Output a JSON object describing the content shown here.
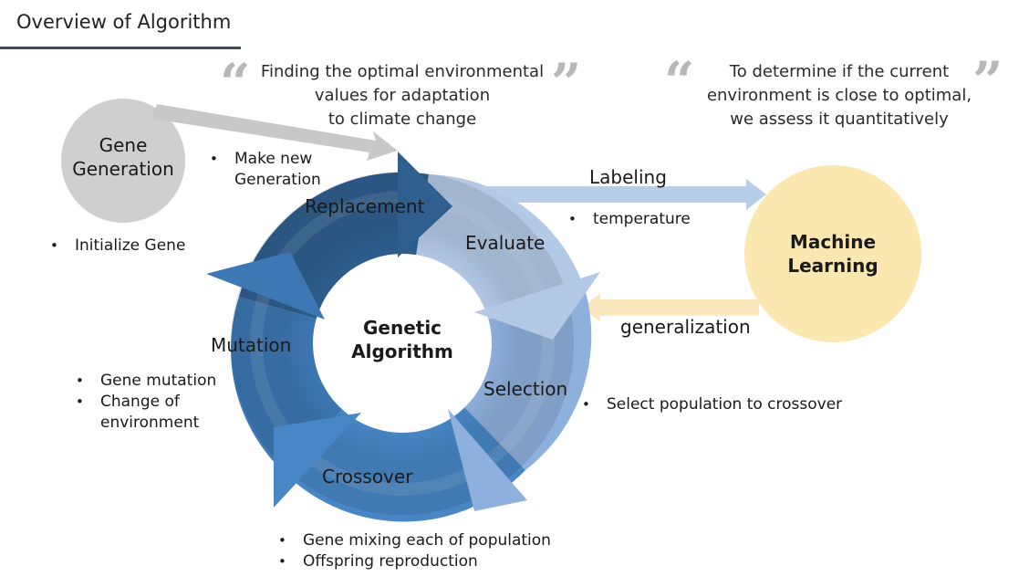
{
  "title": "Overview of Algorithm",
  "quotes": {
    "left": [
      "Finding the optimal environmental",
      "values for adaptation",
      "to climate change"
    ],
    "right": [
      "To determine if the current",
      "environment is close to optimal,",
      "we assess it quantitatively"
    ]
  },
  "gene_generation": {
    "label": [
      "Gene",
      "Generation"
    ],
    "bullets": [
      "Initialize Gene"
    ]
  },
  "center": [
    "Genetic",
    "Algorithm"
  ],
  "machine_learning": [
    "Machine",
    "Learning"
  ],
  "stages": {
    "replacement": {
      "label": "Replacement",
      "bullets": [
        "Make new",
        "Generation"
      ]
    },
    "evaluate": {
      "label": "Evaluate"
    },
    "selection": {
      "label": "Selection",
      "bullets": [
        "Select population to crossover"
      ]
    },
    "crossover": {
      "label": "Crossover",
      "bullets": [
        "Gene mixing each of population",
        "Offspring reproduction"
      ]
    },
    "mutation": {
      "label": "Mutation",
      "bullets": [
        "Gene mutation",
        "Change of",
        "environment"
      ]
    }
  },
  "flows": {
    "labeling": {
      "label": "Labeling",
      "bullets": [
        "temperature"
      ]
    },
    "generalization": {
      "label": "generalization"
    }
  },
  "colors": {
    "replacement": "#2f5f8f",
    "evaluate": "#b3c9e6",
    "selection": "#8eb0dc",
    "crossover": "#4886c6",
    "mutation": "#3d78b4",
    "gene_circle": "#cfcfcf",
    "ml_circle": "#fbe7b0",
    "labeling_arrow": "#b8cde8",
    "generalization_arrow": "#fbe9be",
    "gene_arrow": "#c8c8c8"
  }
}
